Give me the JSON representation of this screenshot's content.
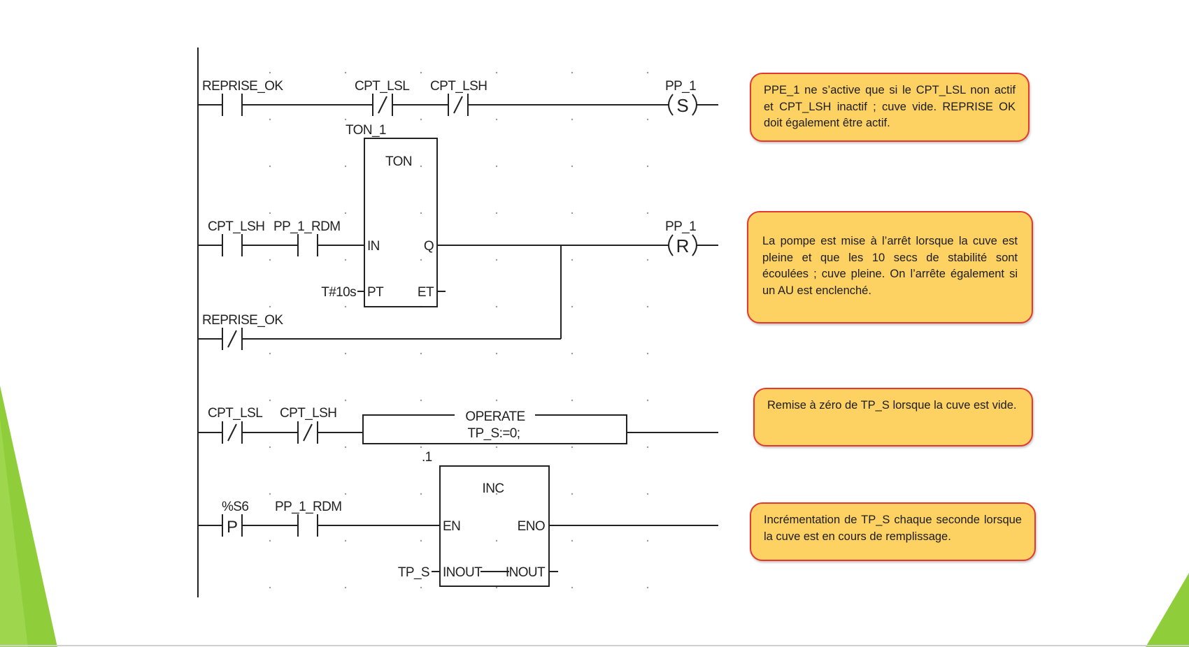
{
  "colors": {
    "note_fill": "#fdd162",
    "note_border": "#e4392e",
    "accent_green": "#8fce3a"
  },
  "rung1": {
    "contact1": "REPRISE_OK",
    "contact2": "CPT_LSL",
    "contact3": "CPT_LSH",
    "coil_name": "PP_1",
    "coil_type": "S"
  },
  "rung2": {
    "block_instance": "TON_1",
    "block_type": "TON",
    "contact1": "CPT_LSH",
    "contact2": "PP_1_RDM",
    "pin_in": "IN",
    "pin_q": "Q",
    "pin_pt": "PT",
    "pin_et": "ET",
    "pt_value": "T#10s",
    "coil_name": "PP_1",
    "coil_type": "R",
    "parallel_contact": "REPRISE_OK"
  },
  "rung3": {
    "contact1": "CPT_LSL",
    "contact2": "CPT_LSH",
    "operate_title": "OPERATE",
    "operate_expr": "TP_S:=0;"
  },
  "rung4": {
    "block_instance": ".1",
    "block_type": "INC",
    "contact1": "%S6",
    "contact2": "PP_1_RDM",
    "pin_en": "EN",
    "pin_eno": "ENO",
    "pin_inout_in": "INOUT",
    "pin_inout_out": "INOUT",
    "inout_var": "TP_S",
    "edge_symbol": "P"
  },
  "notes": [
    "PPE_1 ne s’active que si le CPT_LSL non actif et CPT_LSH inactif ; cuve vide. REPRISE OK doit également être actif.",
    "La pompe est mise à l’arrêt lorsque la cuve est pleine et que les 10 secs de stabilité sont écoulées ; cuve pleine. On l’arrête également si un AU est enclenché.",
    "Remise à zéro de TP_S lorsque la cuve est vide.",
    "Incrémentation de TP_S chaque seconde lorsque la cuve est en cours de remplissage."
  ]
}
